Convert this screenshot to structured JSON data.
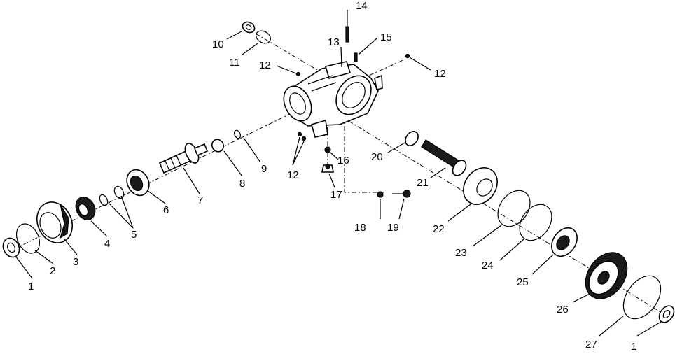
{
  "callouts": [
    "1",
    "2",
    "3",
    "4",
    "5",
    "6",
    "7",
    "8",
    "9",
    "10",
    "11",
    "12",
    "12",
    "12",
    "13",
    "14",
    "15",
    "16",
    "17",
    "18",
    "19",
    "20",
    "21",
    "22",
    "23",
    "24",
    "25",
    "26",
    "27",
    "1"
  ]
}
